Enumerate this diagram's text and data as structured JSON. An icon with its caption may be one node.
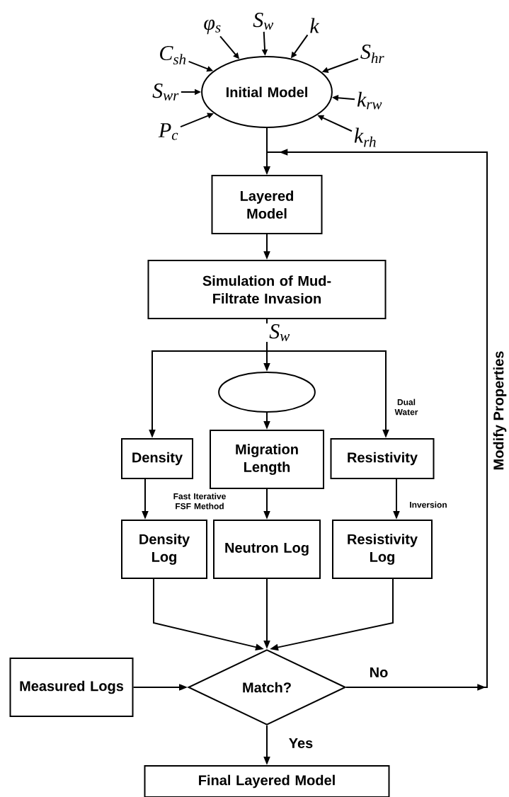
{
  "diagram": {
    "nodes": [
      {
        "text": [
          "Initial Model"
        ]
      },
      {
        "text": [
          "φ$_{s}$"
        ]
      },
      {
        "text": [
          "S$_{w}$"
        ]
      },
      {
        "text": [
          "k"
        ]
      },
      {
        "text": [
          "C$_{sh}$"
        ]
      },
      {
        "text": [
          "S$_{hr}$"
        ]
      },
      {
        "text": [
          "S$_{wr}$"
        ]
      },
      {
        "text": [
          "k$_{rw}$"
        ]
      },
      {
        "text": [
          "P$_{c}$"
        ]
      },
      {
        "text": [
          "k$_{rh}$"
        ]
      },
      {
        "text": [
          "Layered Model"
        ]
      },
      {
        "text": [
          "Simulation of Mud-Filtrate Invasion"
        ]
      },
      {
        "text": [],
        "shape": "ellipse"
      },
      {
        "text": [
          "Density"
        ]
      },
      {
        "text": [
          "Migration Length"
        ]
      },
      {
        "text": [
          "Resistivity"
        ]
      },
      {
        "text": [
          "Density Log"
        ]
      },
      {
        "text": [
          "Neutron Log"
        ]
      },
      {
        "text": [
          "Resistivity Log"
        ]
      },
      {
        "text": [
          "Measured Logs"
        ]
      },
      {
        "text": [
          "Match?"
        ]
      },
      {
        "text": [
          "Final Layered Model"
        ]
      }
    ],
    "edges": [
      {
        "from": 1,
        "to": 0,
        "arrow": "to"
      },
      {
        "from": 2,
        "to": 0,
        "arrow": "to"
      },
      {
        "from": 3,
        "to": 0,
        "arrow": "to"
      },
      {
        "from": 4,
        "to": 0,
        "arrow": "to"
      },
      {
        "from": 5,
        "to": 0,
        "arrow": "to"
      },
      {
        "from": 6,
        "to": 0,
        "arrow": "to"
      },
      {
        "from": 7,
        "to": 0,
        "arrow": "to"
      },
      {
        "from": 8,
        "to": 0,
        "arrow": "to"
      },
      {
        "from": 9,
        "to": 0,
        "arrow": "to"
      },
      {
        "from": 0,
        "to": 10,
        "arrow": "to"
      },
      {
        "from": 10,
        "to": 11,
        "arrow": "to"
      },
      {
        "from": 11,
        "to": 12,
        "arrow": "to",
        "label": "S$_{w}$"
      },
      {
        "from": 11,
        "to": 13,
        "arrow": "to"
      },
      {
        "from": 11,
        "to": 15,
        "arrow": "to",
        "label": "Dual Water"
      },
      {
        "from": 12,
        "to": 14,
        "arrow": "to"
      },
      {
        "from": 13,
        "to": 16,
        "arrow": "to",
        "label": "Fast Iterative FSF Method"
      },
      {
        "from": 14,
        "to": 17,
        "arrow": "to"
      },
      {
        "from": 15,
        "to": 18,
        "arrow": "to",
        "label": "Inversion"
      },
      {
        "from": 16,
        "to": 20,
        "arrow": "to"
      },
      {
        "from": 17,
        "to": 20,
        "arrow": "to"
      },
      {
        "from": 18,
        "to": 20,
        "arrow": "to"
      },
      {
        "from": 19,
        "to": 20,
        "arrow": "to"
      },
      {
        "from": 20,
        "to": 21,
        "arrow": "to",
        "label": "Yes"
      },
      {
        "from": 20,
        "to": 10,
        "arrow": "to",
        "label": "No"
      }
    ],
    "labels": [
      "Modify Properties"
    ]
  }
}
